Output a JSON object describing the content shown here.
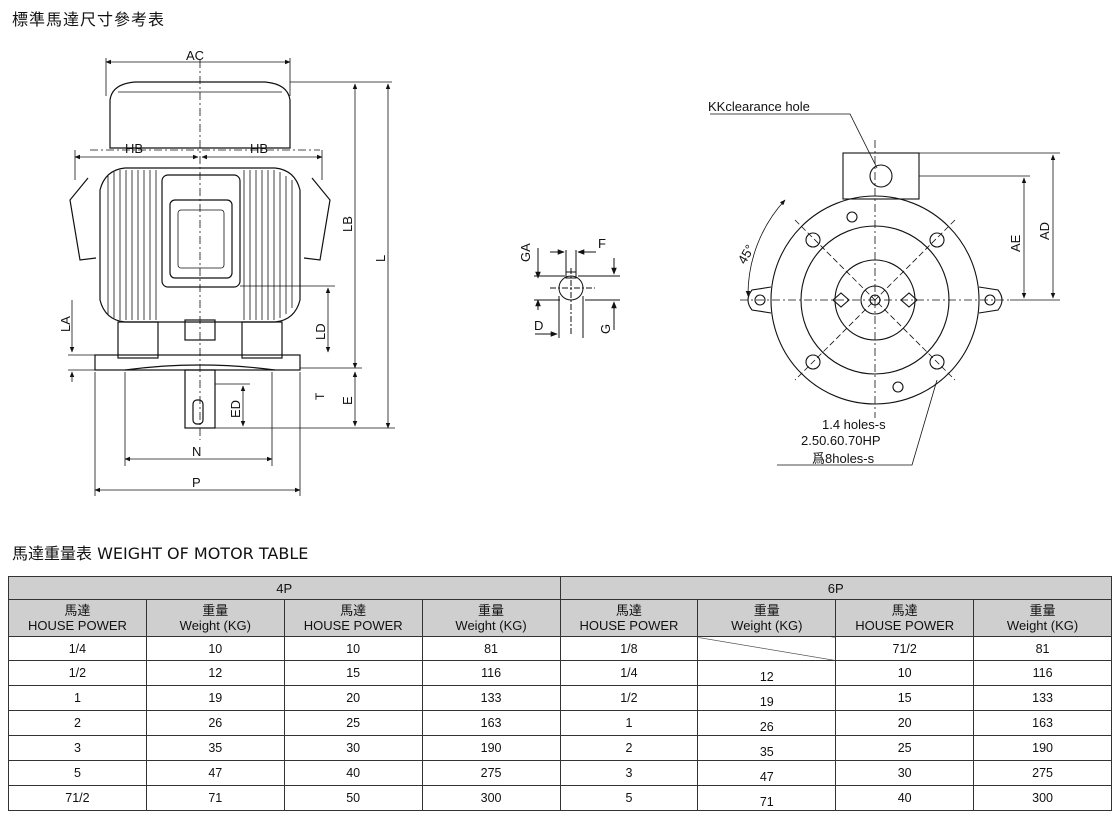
{
  "page_title": "標準馬達尺寸參考表",
  "drawing": {
    "labels": {
      "ac": "AC",
      "hb_left": "HB",
      "hb_right": "HB",
      "lb": "LB",
      "l": "L",
      "la": "LA",
      "ld": "LD",
      "ed": "ED",
      "e": "E",
      "t": "T",
      "n": "N",
      "p": "P",
      "ga": "GA",
      "f": "F",
      "d": "D",
      "g": "G",
      "kk": "KKclearance hole",
      "ae": "AE",
      "ad": "AD",
      "angle": "45°",
      "holes_1": "1.4 holes-s",
      "holes_2": "2.50.60.70HP",
      "holes_3": "爲8holes-s"
    }
  },
  "weight_table": {
    "title": "馬達重量表 WEIGHT OF MOTOR TABLE",
    "groups": [
      "4P",
      "6P"
    ],
    "col_power_1": "馬達",
    "col_power_2": "HOUSE POWER",
    "col_weight_1": "重量",
    "col_weight_2": "Weight (KG)",
    "rows": [
      [
        "1/4",
        "10",
        "10",
        "81",
        "1/8",
        "",
        "71/2",
        "81"
      ],
      [
        "1/2",
        "12",
        "15",
        "116",
        "1/4",
        "12",
        "10",
        "116"
      ],
      [
        "1",
        "19",
        "20",
        "133",
        "1/2",
        "19",
        "15",
        "133"
      ],
      [
        "2",
        "26",
        "25",
        "163",
        "1",
        "26",
        "20",
        "163"
      ],
      [
        "3",
        "35",
        "30",
        "190",
        "2",
        "35",
        "25",
        "190"
      ],
      [
        "5",
        "47",
        "40",
        "275",
        "3",
        "47",
        "30",
        "275"
      ],
      [
        "71/2",
        "71",
        "50",
        "300",
        "5",
        "71",
        "40",
        "300"
      ]
    ]
  }
}
